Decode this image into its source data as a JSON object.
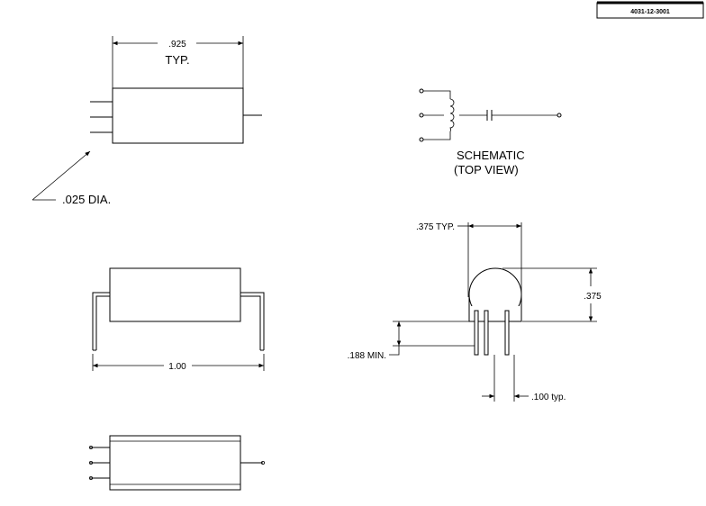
{
  "part_number": "4031-12-3001",
  "top_view": {
    "dim_length": ".925",
    "dim_typ": "TYP.",
    "pin_dia": ".025 DIA."
  },
  "schematic": {
    "title_line1": "SCHEMATIC",
    "title_line2": "(TOP VIEW)"
  },
  "side_view": {
    "dim_length": "1.00"
  },
  "end_view": {
    "dim_diameter": ".375 TYP.",
    "dim_height": ".375",
    "dim_lead_min": ".188 MIN.",
    "dim_pitch": ".100 typ."
  }
}
